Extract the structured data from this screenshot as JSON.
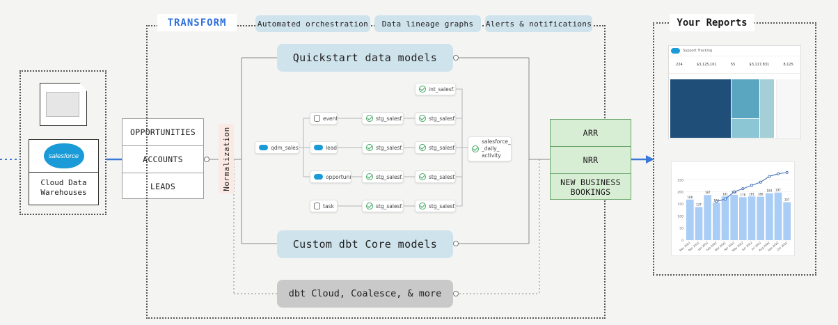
{
  "sources": {
    "file_label": "",
    "salesforce_logo": "salesforce",
    "warehouses_label": "Cloud Data Warehouses",
    "items": [
      "OPPORTUNITIES",
      "ACCOUNTS",
      "LEADS"
    ]
  },
  "transform": {
    "title": "TRANSFORM",
    "features": [
      "Automated orchestration",
      "Data lineage graphs",
      "Alerts & notifications"
    ],
    "normalization": "Normalization",
    "quickstart": "Quickstart data models",
    "custom": "Custom dbt Core models",
    "other": "dbt Cloud, Coalesce, & more"
  },
  "lineage": {
    "source_node": "qdm_salesf...",
    "int_node": "int_salesf...",
    "final_node_lines": [
      "salesforce_",
      "_daily_",
      "activity"
    ],
    "rows": [
      {
        "source": "event",
        "stg1": "stg_salesf...",
        "stg2": "stg_salesf..."
      },
      {
        "source": "lead",
        "stg1": "stg_salesf...",
        "stg2": "stg_salesf..."
      },
      {
        "source": "opportuni...",
        "stg1": "stg_salesf...",
        "stg2": "stg_salesf..."
      },
      {
        "source": "task",
        "stg1": "stg_salesf...",
        "stg2": "stg_salesf..."
      }
    ]
  },
  "metrics": [
    "ARR",
    "NRR",
    "NEW BUSINESS BOOKINGS"
  ],
  "reports": {
    "title": "Your Reports",
    "dashboard": {
      "name": "Support Tracking",
      "kpis": [
        "224",
        "$3,125,101",
        "55",
        "$3,117,831",
        "8,125"
      ]
    }
  },
  "chart_data": {
    "type": "bar",
    "categories": [
      "Nov 2021",
      "Dec 2021",
      "Jan 2022",
      "Feb 2022",
      "Mar 2022",
      "Apr 2022",
      "May 2022",
      "Jun 2022",
      "Jul 2022",
      "Aug 2022",
      "Sep 2022",
      "Oct 2022"
    ],
    "values": [
      168,
      137,
      187,
      155,
      181,
      188,
      178,
      181,
      180,
      194,
      197,
      157
    ],
    "line_values": [
      null,
      null,
      null,
      160,
      170,
      200,
      213,
      227,
      240,
      264,
      275,
      280
    ],
    "ylim": [
      0,
      300
    ],
    "yticks": [
      0,
      50,
      100,
      150,
      200,
      250
    ],
    "bar_color": "#a9cdf5",
    "line_color": "#2f5fb3"
  },
  "colors": {
    "accent": "#2f6fdc",
    "pill": "#cfe3ec",
    "metric_green": "#d8eed4",
    "dashboard_dark": "#1f4e79"
  }
}
